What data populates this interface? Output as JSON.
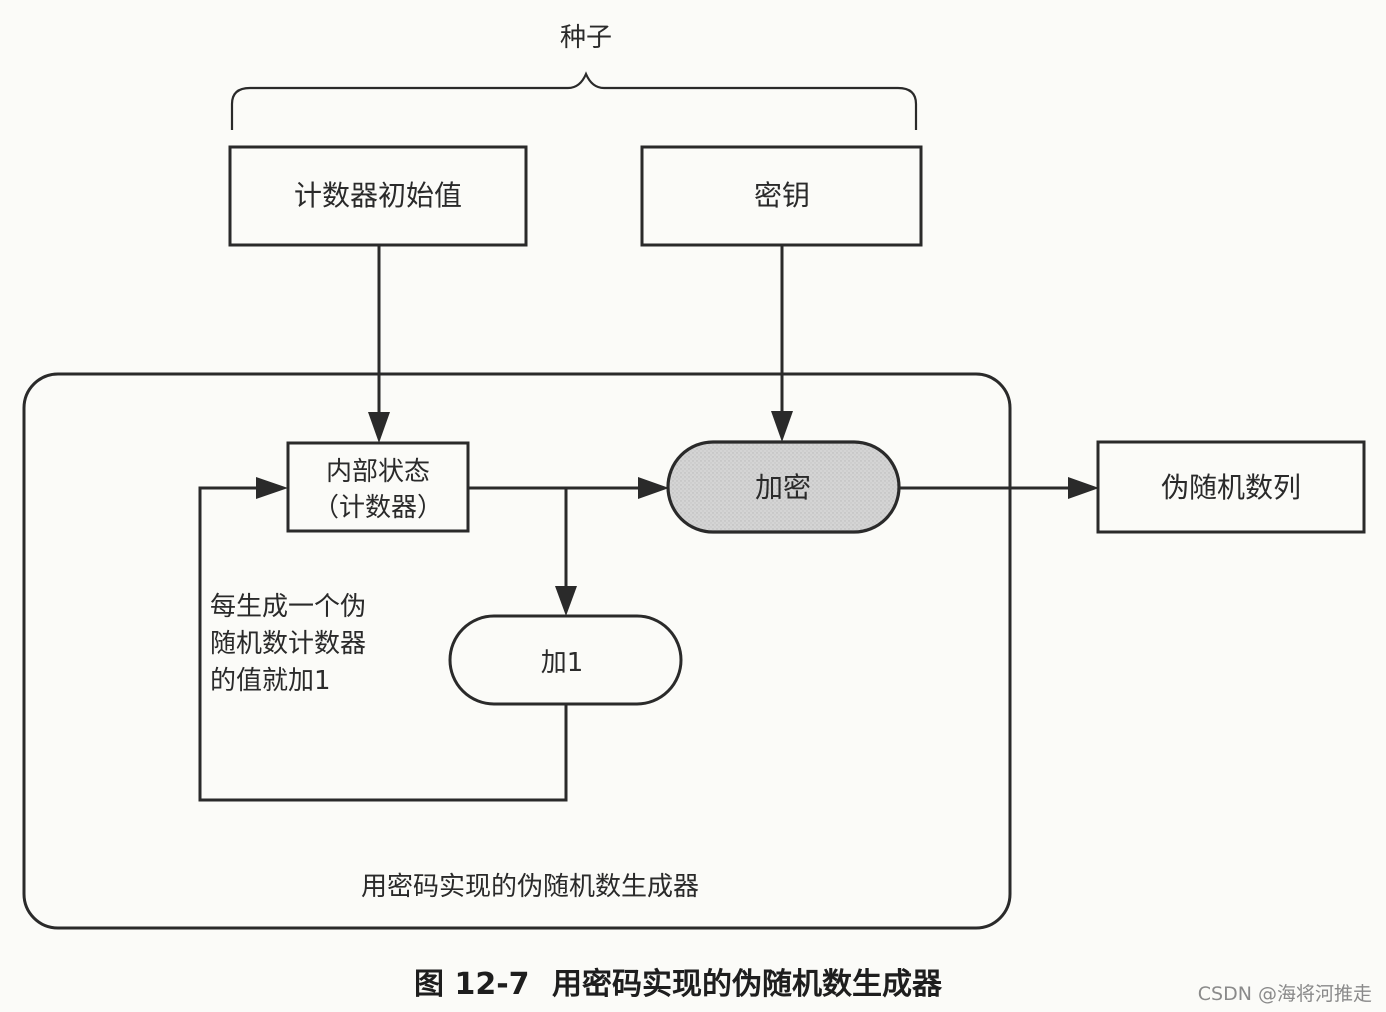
{
  "seed_label": "种子",
  "nodes": {
    "counter_init": "计数器初始值",
    "key": "密钥",
    "internal_state_line1": "内部状态",
    "internal_state_line2": "（计数器）",
    "encrypt": "加密",
    "add_one": "加1",
    "output": "伪随机数列"
  },
  "annotation": {
    "line1": "每生成一个伪",
    "line2": "随机数计数器",
    "line3": "的值就加1"
  },
  "container_label": "用密码实现的伪随机数生成器",
  "caption": {
    "number": "图 12-7",
    "title": "用密码实现的伪随机数生成器"
  },
  "watermark": "CSDN @海将河推走",
  "colors": {
    "stroke": "#2a2a2a",
    "encrypt_fill": "#d6d6d6",
    "background": "#fbfbf8"
  }
}
